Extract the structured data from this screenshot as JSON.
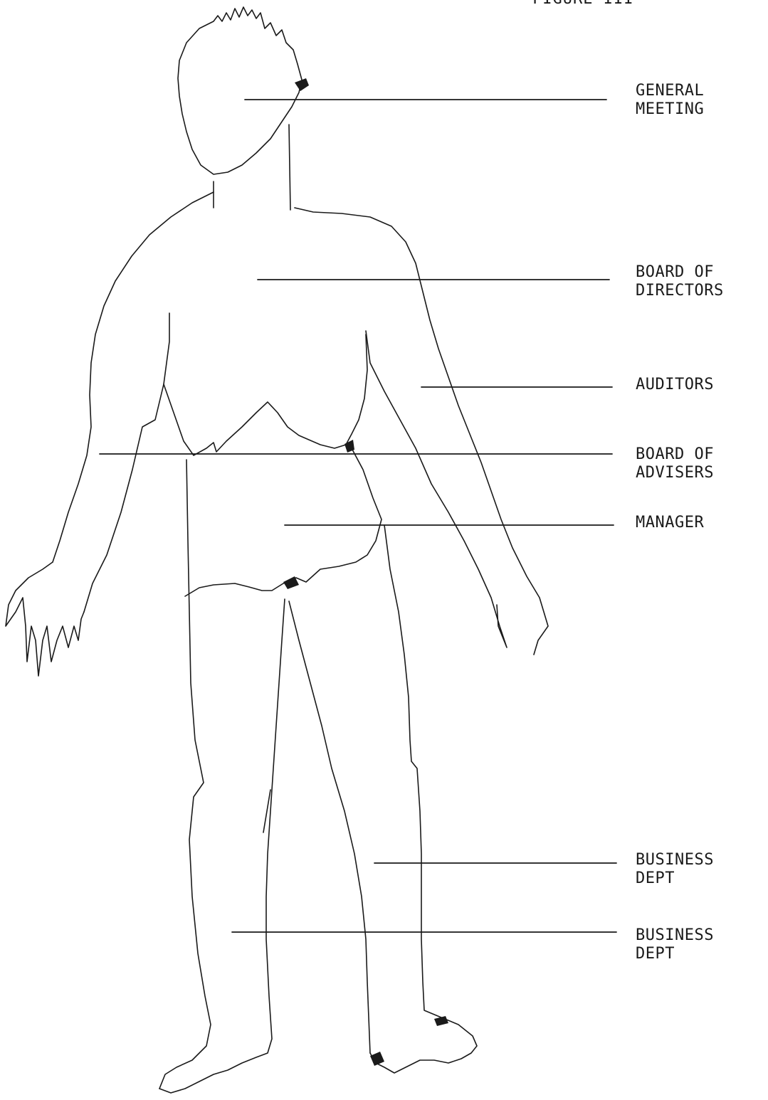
{
  "title": "FIGURE III",
  "labels": {
    "general_meeting": "GENERAL\nMEETING",
    "board_of_directors": "BOARD OF\nDIRECTORS",
    "auditors": "AUDITORS",
    "board_of_advisers": "BOARD OF\nADVISERS",
    "manager": "MANAGER",
    "business_dept_1": "BUSINESS\nDEPT",
    "business_dept_2": "BUSINESS\nDEPT"
  }
}
